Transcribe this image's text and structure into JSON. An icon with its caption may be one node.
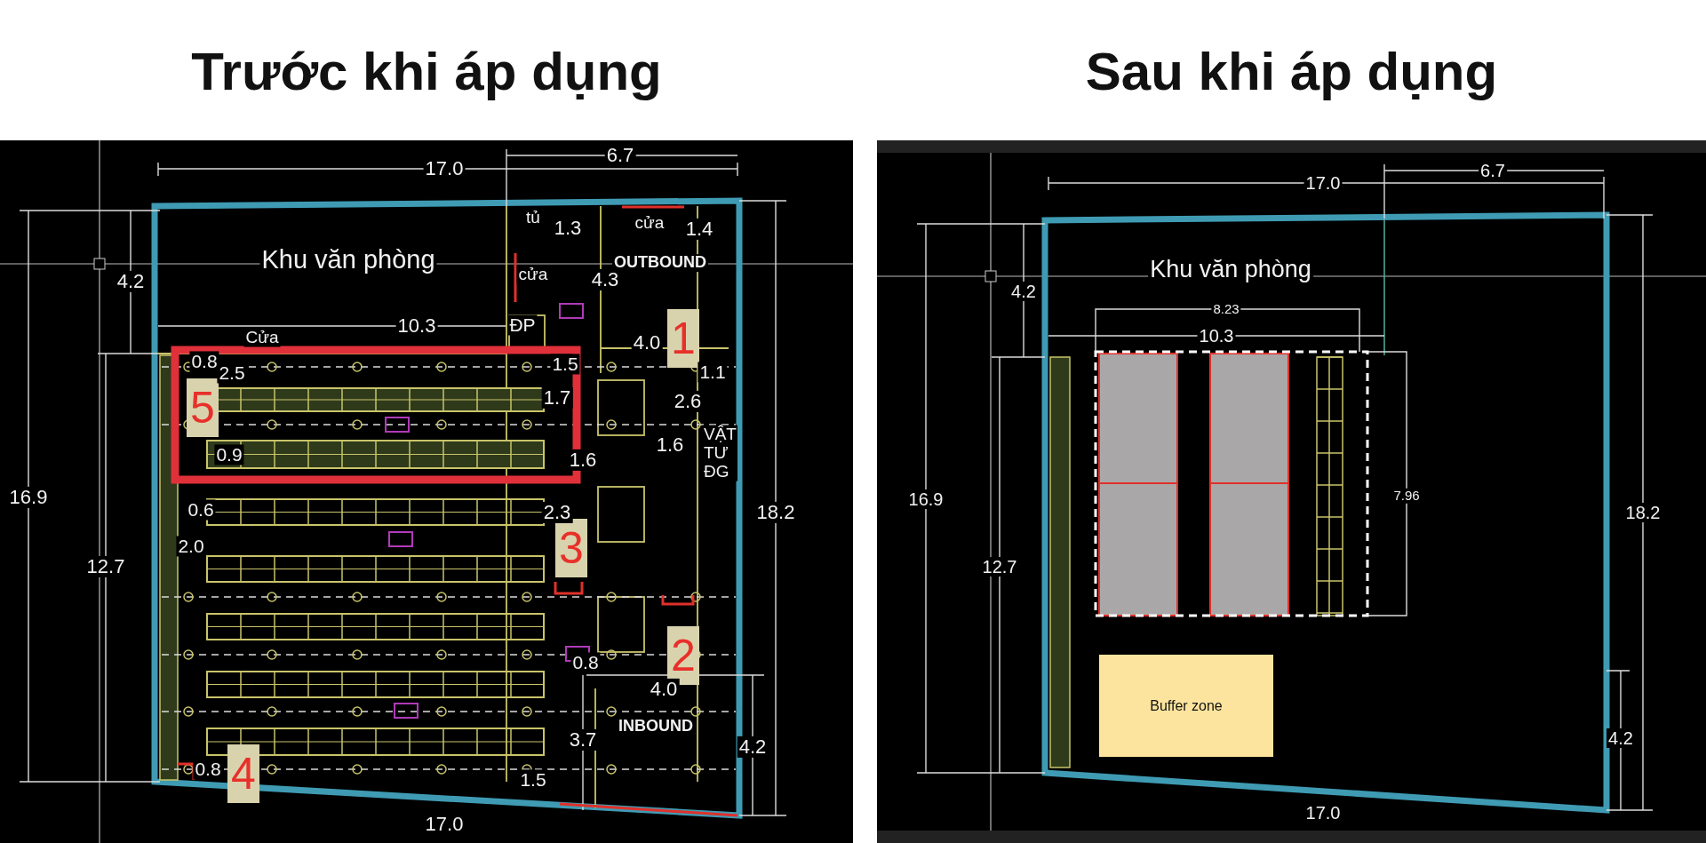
{
  "diagram": {
    "nodes": [
      {
        "text": [
          "Trước khi áp dụng"
        ]
      },
      {
        "text": [
          "Sau khi áp dụng"
        ]
      },
      {
        "text": [
          "1"
        ],
        "in": 0
      },
      {
        "text": [
          "5"
        ],
        "in": 0
      },
      {
        "text": [
          "3"
        ],
        "in": 0
      },
      {
        "text": [
          "2"
        ],
        "in": 0
      },
      {
        "text": [
          "4"
        ],
        "in": 0
      },
      {
        "text": [
          "Buffer zone"
        ],
        "in": 1
      }
    ],
    "edges": [],
    "labels": [
      "17.0",
      "6.7",
      "tủ",
      "1.3",
      "cửa",
      "1.4",
      "Khu văn phòng",
      "4.2",
      "cửa",
      "4.3",
      "OUTBOUND",
      "10.3",
      "Cửa",
      "ĐP",
      "4.0",
      "0.8",
      "2.5",
      "1.5",
      "1.1",
      "1.7",
      "2.6",
      "VẬT TƯ ĐG",
      "1.6",
      "0.9",
      "1.6",
      "16.9",
      "0.6",
      "2.3",
      "18.2",
      "2.0",
      "12.7",
      "0.8",
      "4.0",
      "3.7",
      "INBOUND",
      "4.2",
      "0.8",
      "1.5",
      "17.0",
      "17.0",
      "6.7",
      "Khu văn phòng",
      "4.2",
      "8.23",
      "10.3",
      "16.9",
      "7.96",
      "18.2",
      "12.7",
      "4.2",
      "17.0"
    ]
  }
}
